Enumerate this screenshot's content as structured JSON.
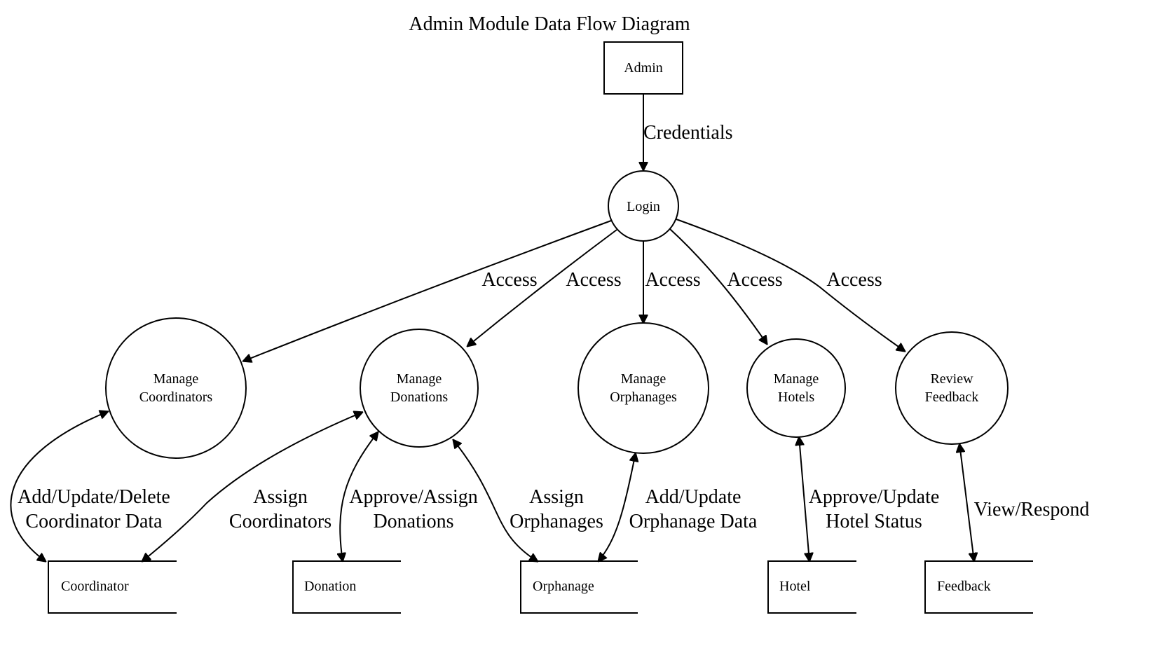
{
  "diagram": {
    "title": "Admin Module Data Flow Diagram",
    "nodes": {
      "admin": {
        "label": "Admin"
      },
      "login": {
        "label": "Login"
      },
      "manage_coordinators": {
        "line1": "Manage",
        "line2": "Coordinators"
      },
      "manage_donations": {
        "line1": "Manage",
        "line2": "Donations"
      },
      "manage_orphanages": {
        "line1": "Manage",
        "line2": "Orphanages"
      },
      "manage_hotels": {
        "line1": "Manage",
        "line2": "Hotels"
      },
      "review_feedback": {
        "line1": "Review",
        "line2": "Feedback"
      },
      "coordinator": {
        "label": "Coordinator"
      },
      "donation": {
        "label": "Donation"
      },
      "orphanage": {
        "label": "Orphanage"
      },
      "hotel": {
        "label": "Hotel"
      },
      "feedback": {
        "label": "Feedback"
      }
    },
    "edges": {
      "credentials": {
        "label": "Credentials"
      },
      "access_coordinators": {
        "label": "Access"
      },
      "access_donations": {
        "label": "Access"
      },
      "access_orphanages": {
        "label": "Access"
      },
      "access_hotels": {
        "label": "Access"
      },
      "access_feedback": {
        "label": "Access"
      },
      "coordinator_data": {
        "line1": "Add/Update/Delete",
        "line2": "Coordinator Data"
      },
      "assign_coordinators": {
        "line1": "Assign",
        "line2": "Coordinators"
      },
      "approve_donations": {
        "line1": "Approve/Assign",
        "line2": "Donations"
      },
      "assign_orphanages": {
        "line1": "Assign",
        "line2": "Orphanages"
      },
      "orphanage_data": {
        "line1": "Add/Update",
        "line2": "Orphanage Data"
      },
      "hotel_status": {
        "line1": "Approve/Update",
        "line2": "Hotel Status"
      },
      "view_respond": {
        "label": "View/Respond"
      }
    }
  }
}
